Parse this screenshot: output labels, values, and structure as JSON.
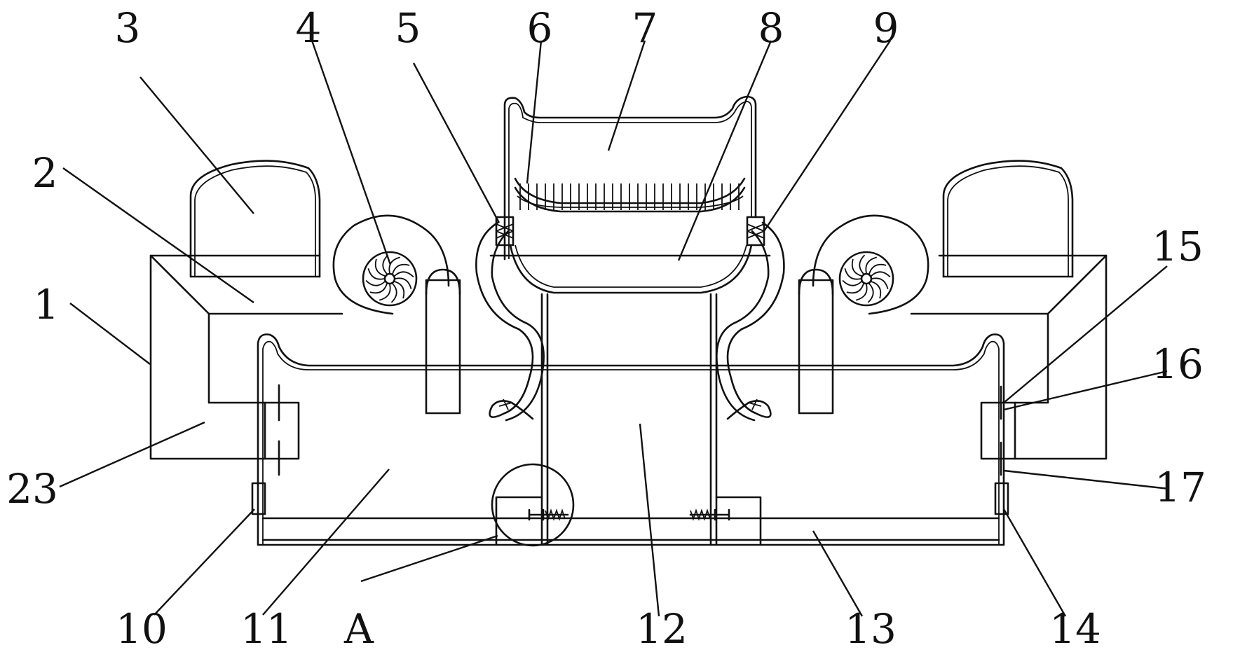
{
  "figure": {
    "labels": {
      "l1": "1",
      "l2": "2",
      "l3": "3",
      "l4": "4",
      "l5": "5",
      "l6": "6",
      "l7": "7",
      "l8": "8",
      "l9": "9",
      "l10": "10",
      "l11": "11",
      "l12": "12",
      "l13": "13",
      "l14": "14",
      "l15": "15",
      "l16": "16",
      "l17": "17",
      "l23": "23",
      "lA": "A"
    }
  }
}
